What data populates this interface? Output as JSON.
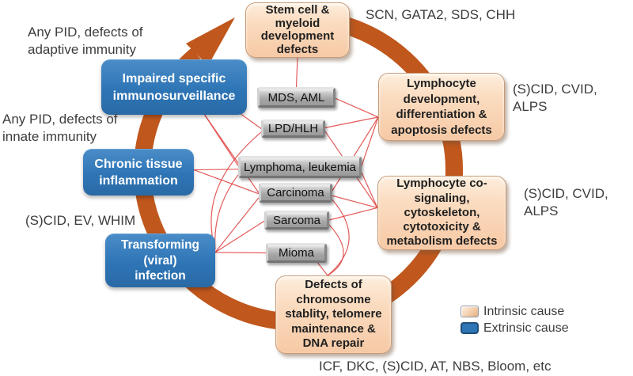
{
  "colors": {
    "arc": "#c0571d",
    "connector": "#e04848",
    "intrinsic_fill": "#f6c9a5",
    "extrinsic_fill": "#2e75b6",
    "gray_fill": "#a6a6a6",
    "text_dark": "#3d3d3d"
  },
  "nodes": {
    "stem_cell": {
      "label": "Stem cell &\nmyeloid\ndevelopment\ndefects"
    },
    "lymph_dev": {
      "label": "Lymphocyte\ndevelopment,\ndifferentiation &\napoptosis defects"
    },
    "lymph_cosig": {
      "label": "Lymphocyte co-\nsignaling,\ncytoskeleton,\ncytotoxicity &\nmetabolism defects"
    },
    "chromosome": {
      "label": "Defects of\nchromosome\nstablity, telomere\nmaintenance &\nDNA repair"
    },
    "impaired": {
      "label": "Impaired specific\nimmunosurveillance"
    },
    "chronic": {
      "label": "Chronic tissue\ninflammation"
    },
    "transforming": {
      "label": "Transforming\n(viral)\ninfection"
    },
    "mds": {
      "label": "MDS, AML"
    },
    "lpd": {
      "label": "LPD/HLH"
    },
    "lymphoma": {
      "label": "Lymphoma, leukemia"
    },
    "carcinoma": {
      "label": "Carcinoma"
    },
    "sarcoma": {
      "label": "Sarcoma"
    },
    "mioma": {
      "label": "Mioma"
    }
  },
  "annotations": {
    "adaptive": "Any PID, defects of\nadaptive immunity",
    "innate": "Any PID, defects of\ninnate immunity",
    "scid_ev": "(S)CID, EV, WHIM",
    "scn": "SCN, GATA2, SDS, CHH",
    "alps1": "(S)CID, CVID, ALPS",
    "alps2": "(S)CID, CVID, ALPS",
    "bottom": "ICF, DKC, (S)CID, AT, NBS, Bloom, etc"
  },
  "legend": {
    "intrinsic": "Intrinsic cause",
    "extrinsic": "Extrinsic cause"
  },
  "connections": [
    {
      "from": "stem_cell",
      "fromAnchor": [
        0.5,
        1
      ],
      "to": "mds",
      "toAnchor": [
        0.5,
        0
      ],
      "bend": [
        0,
        0
      ]
    },
    {
      "from": "impaired",
      "fromAnchor": [
        0.95,
        0.97
      ],
      "to": "lpd",
      "toAnchor": [
        0,
        0.5
      ],
      "bend": [
        0,
        0
      ]
    },
    {
      "from": "impaired",
      "fromAnchor": [
        0.71,
        1
      ],
      "to": "lymphoma",
      "toAnchor": [
        0,
        0.45
      ],
      "bend": [
        0,
        0
      ]
    },
    {
      "from": "impaired",
      "fromAnchor": [
        0.71,
        1
      ],
      "to": "carcinoma",
      "toAnchor": [
        0,
        0.5
      ],
      "bend": [
        0,
        0
      ]
    },
    {
      "from": "chronic",
      "fromAnchor": [
        1,
        0.45
      ],
      "to": "lymphoma",
      "toAnchor": [
        0,
        0.6
      ],
      "bend": [
        0,
        0
      ]
    },
    {
      "from": "chronic",
      "fromAnchor": [
        1,
        0.45
      ],
      "to": "carcinoma",
      "toAnchor": [
        0,
        0.55
      ],
      "bend": [
        0,
        0
      ]
    },
    {
      "from": "transforming",
      "fromAnchor": [
        1,
        0.3
      ],
      "to": "lpd",
      "toAnchor": [
        0,
        0.7
      ],
      "bend": [
        -52,
        -6
      ]
    },
    {
      "from": "transforming",
      "fromAnchor": [
        1,
        0.3
      ],
      "to": "lymphoma",
      "toAnchor": [
        0,
        0.85
      ],
      "bend": [
        -18,
        -4
      ]
    },
    {
      "from": "transforming",
      "fromAnchor": [
        1,
        0.35
      ],
      "to": "carcinoma",
      "toAnchor": [
        0,
        0.75
      ],
      "bend": [
        0,
        0
      ]
    },
    {
      "from": "transforming",
      "fromAnchor": [
        1,
        0.35
      ],
      "to": "sarcoma",
      "toAnchor": [
        0,
        0.55
      ],
      "bend": [
        0,
        0
      ]
    },
    {
      "from": "transforming",
      "fromAnchor": [
        1,
        0.35
      ],
      "to": "mioma",
      "toAnchor": [
        0,
        0.5
      ],
      "bend": [
        0,
        0
      ]
    },
    {
      "from": "lymph_dev",
      "fromAnchor": [
        0,
        0.65
      ],
      "to": "mds",
      "toAnchor": [
        1,
        0.55
      ],
      "bend": [
        0,
        0
      ]
    },
    {
      "from": "lymph_dev",
      "fromAnchor": [
        0,
        0.65
      ],
      "to": "lpd",
      "toAnchor": [
        1,
        0.45
      ],
      "bend": [
        0,
        0
      ]
    },
    {
      "from": "lymph_dev",
      "fromAnchor": [
        0,
        0.65
      ],
      "to": "lymphoma",
      "toAnchor": [
        1,
        0.45
      ],
      "bend": [
        0,
        0
      ]
    },
    {
      "from": "lymph_dev",
      "fromAnchor": [
        0,
        0.65
      ],
      "to": "carcinoma",
      "toAnchor": [
        1,
        0.4
      ],
      "bend": [
        0,
        0
      ]
    },
    {
      "from": "lymph_cosig",
      "fromAnchor": [
        0,
        0.43
      ],
      "to": "lpd",
      "toAnchor": [
        1,
        0.65
      ],
      "bend": [
        0,
        0
      ]
    },
    {
      "from": "lymph_cosig",
      "fromAnchor": [
        0,
        0.43
      ],
      "to": "lymphoma",
      "toAnchor": [
        1,
        0.75
      ],
      "bend": [
        0,
        0
      ]
    },
    {
      "from": "lymph_cosig",
      "fromAnchor": [
        0,
        0.43
      ],
      "to": "carcinoma",
      "toAnchor": [
        1,
        0.65
      ],
      "bend": [
        0,
        0
      ]
    },
    {
      "from": "lymph_cosig",
      "fromAnchor": [
        0,
        0.43
      ],
      "to": "sarcoma",
      "toAnchor": [
        1,
        0.5
      ],
      "bend": [
        0,
        0
      ]
    },
    {
      "from": "chromosome",
      "fromAnchor": [
        0.45,
        0
      ],
      "to": "mioma",
      "toAnchor": [
        0.85,
        1
      ],
      "bend": [
        0,
        0
      ]
    },
    {
      "from": "chromosome",
      "fromAnchor": [
        0.45,
        0
      ],
      "to": "sarcoma",
      "toAnchor": [
        1,
        0.75
      ],
      "bend": [
        38,
        8
      ]
    },
    {
      "from": "chromosome",
      "fromAnchor": [
        0.45,
        0
      ],
      "to": "carcinoma",
      "toAnchor": [
        1,
        0.85
      ],
      "bend": [
        48,
        5
      ]
    }
  ]
}
